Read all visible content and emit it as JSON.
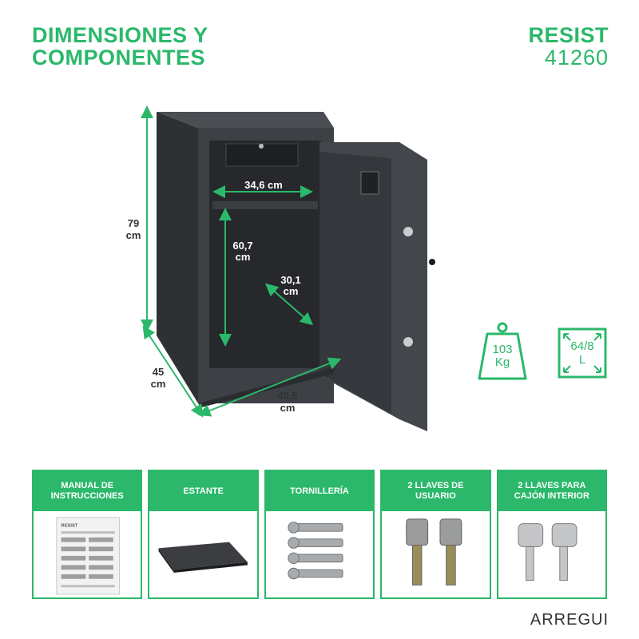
{
  "header": {
    "title_line1": "DIMENSIONES Y",
    "title_line2": "COMPONENTES",
    "model_name": "RESIST",
    "model_code": "41260"
  },
  "dimensions": {
    "height": {
      "value": "79",
      "unit": "cm"
    },
    "depth": {
      "value": "45",
      "unit": "cm"
    },
    "width": {
      "value": "48,5",
      "unit": "cm"
    },
    "inner_width": "34,6 cm",
    "inner_height": {
      "value": "60,7",
      "unit": "cm"
    },
    "inner_depth": {
      "value": "30,1",
      "unit": "cm"
    }
  },
  "badges": {
    "weight": {
      "value": "103",
      "unit": "Kg",
      "icon": "weight-icon"
    },
    "volume": {
      "value": "64/8",
      "unit": "L",
      "icon": "volume-icon"
    }
  },
  "components": [
    {
      "label": "MANUAL DE INSTRUCCIONES",
      "icon": "manual-icon"
    },
    {
      "label": "ESTANTE",
      "icon": "shelf-icon"
    },
    {
      "label": "TORNILLERÍA",
      "icon": "screws-icon"
    },
    {
      "label": "2 LLAVES DE USUARIO",
      "icon": "user-keys-icon"
    },
    {
      "label": "2 LLAVES PARA CAJÓN INTERIOR",
      "icon": "drawer-keys-icon"
    }
  ],
  "manual_brand": "RESIST",
  "brand": "ARREGUI",
  "colors": {
    "accent": "#2bb86a",
    "safe": "#3d4045",
    "text": "#333333"
  }
}
